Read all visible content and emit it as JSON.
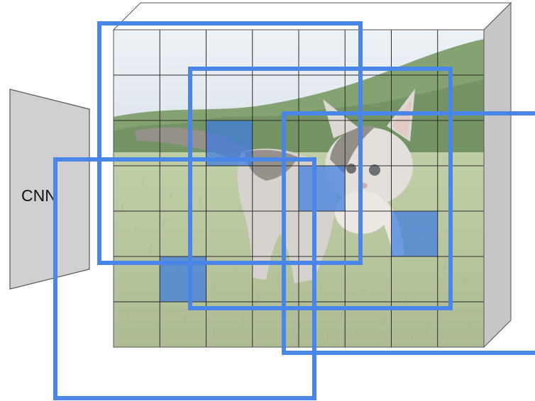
{
  "cnn_block": {
    "label": "CNN",
    "fill": "#d0d0d0",
    "stroke": "#555555"
  },
  "feature_map": {
    "rows": 7,
    "cols": 8,
    "grid_color": "#2b2b2b",
    "side_face_color": "#c6c6c6",
    "top_face_color": "#ffffff",
    "image_subject": "kitten-on-grass-photo",
    "highlighted_cells": [
      {
        "row": 2,
        "col": 2
      },
      {
        "row": 3,
        "col": 4
      },
      {
        "row": 4,
        "col": 6
      },
      {
        "row": 5,
        "col": 1
      }
    ],
    "highlight_color": "#3d7be0"
  },
  "proposal_boxes": {
    "count": 4,
    "color": "#4a86e8"
  },
  "colors": {
    "sky": "#dfe7ef",
    "hills": "#4f7d3a",
    "grass_light": "#b7c79a",
    "grass_dark": "#8ea36a",
    "kitten_fur": "#c9c4bd",
    "kitten_dark": "#5a544e"
  }
}
